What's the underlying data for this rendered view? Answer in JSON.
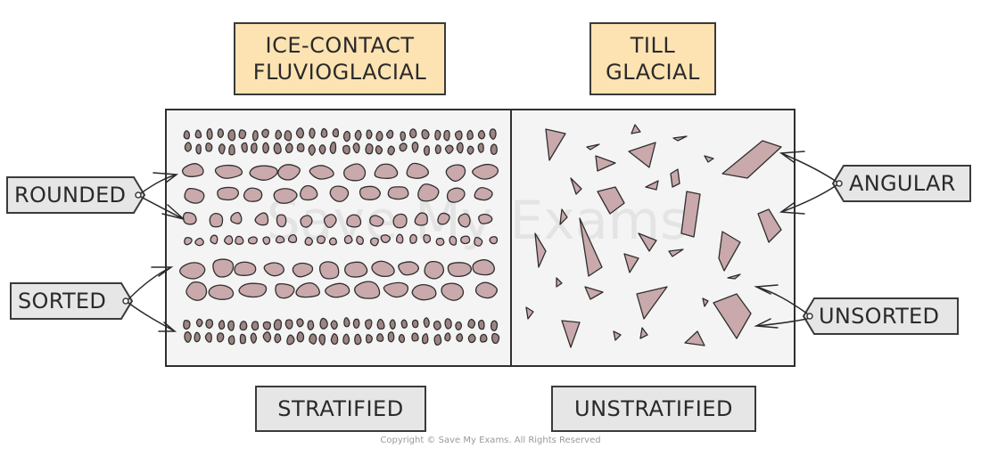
{
  "titles": {
    "left_line1": "ICE-CONTACT",
    "left_line2": "FLUVIOGLACIAL",
    "right_line1": "TILL",
    "right_line2": "GLACIAL"
  },
  "bottom_labels": {
    "left": "STRATIFIED",
    "right": "UNSTRATIFIED"
  },
  "callouts": {
    "rounded": "ROUNDED",
    "sorted": "SORTED",
    "angular": "ANGULAR",
    "unsorted": "UNSORTED"
  },
  "watermark": "Save My Exams",
  "copyright": "Copyright © Save My Exams. All Rights Reserved",
  "colors": {
    "title_fill": "#fde3b2",
    "panel_fill": "#f4f4f4",
    "label_fill": "#e6e6e6",
    "pebble_fill": "#c9a9ab",
    "small_pebble_fill": "#9d8583",
    "outline": "#2f2f2f"
  }
}
